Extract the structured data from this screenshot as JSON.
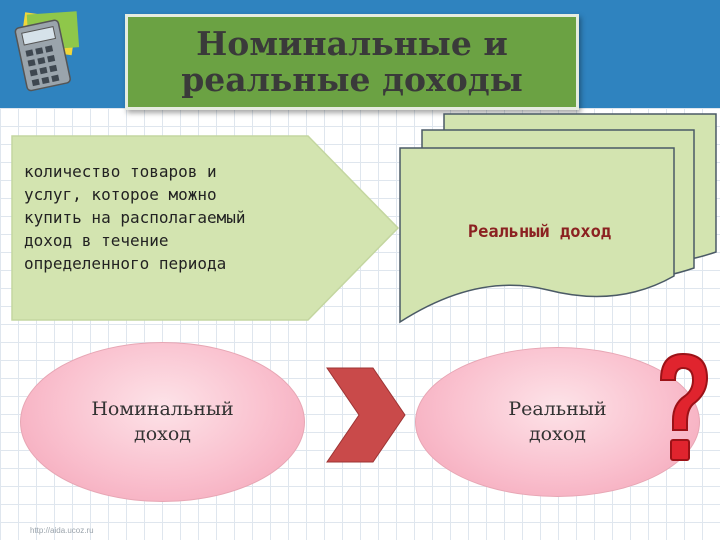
{
  "title": {
    "line1": "Номинальные и",
    "line2": "реальные доходы"
  },
  "definition": {
    "line1": "количество товаров и",
    "line2": "услуг, которое можно",
    "line3": "купить на располагаемый",
    "line4": "доход в течение",
    "line5": "определенного периода"
  },
  "document_label": "Реальный доход",
  "left_oval": {
    "line1": "Номинальный",
    "line2": "доход"
  },
  "right_oval": {
    "line1": "Реальный",
    "line2": "доход"
  },
  "footer_url": "http://aida.ucoz.ru",
  "icons": [
    "calculator-icon",
    "chevron-right-icon",
    "question-mark-icon"
  ],
  "colors": {
    "header_band": "#2f83bf",
    "title_box": "#6ba243",
    "green_shapes": "#d3e4b0",
    "oval_fill": "#f9bccb",
    "chevron": "#c94a4a",
    "question_mark": "#e0242e",
    "document_label": "#8b2121"
  }
}
